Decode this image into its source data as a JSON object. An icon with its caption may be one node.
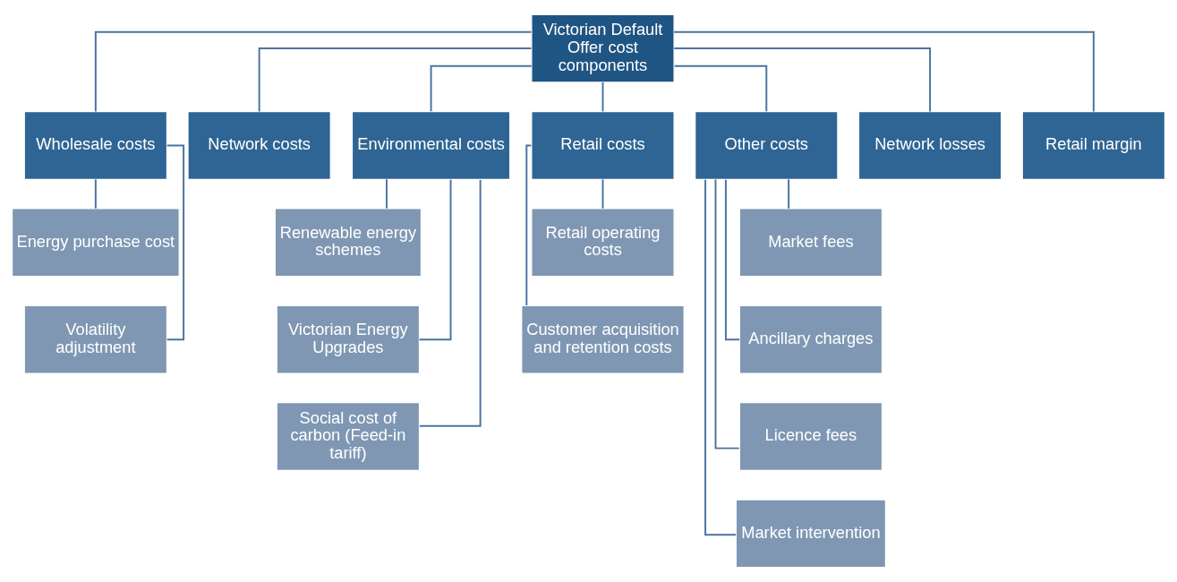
{
  "diagram": {
    "nodes": [
      {
        "text": [
          "Victorian Default Offer cost components"
        ]
      },
      {
        "text": [
          "Wholesale costs"
        ]
      },
      {
        "text": [
          "Network costs"
        ]
      },
      {
        "text": [
          "Environmental costs"
        ]
      },
      {
        "text": [
          "Retail costs"
        ]
      },
      {
        "text": [
          "Other costs"
        ]
      },
      {
        "text": [
          "Network losses"
        ]
      },
      {
        "text": [
          "Retail margin"
        ]
      },
      {
        "text": [
          "Energy purchase cost"
        ]
      },
      {
        "text": [
          "Volatility adjustment"
        ]
      },
      {
        "text": [
          "Renewable energy schemes"
        ]
      },
      {
        "text": [
          "Victorian Energy Upgrades"
        ]
      },
      {
        "text": [
          "Social cost of carbon (Feed-in tariff)"
        ]
      },
      {
        "text": [
          "Retail operating costs"
        ]
      },
      {
        "text": [
          "Customer acquisition and retention costs"
        ]
      },
      {
        "text": [
          "Market fees"
        ]
      },
      {
        "text": [
          "Ancillary charges"
        ]
      },
      {
        "text": [
          "Licence fees"
        ]
      },
      {
        "text": [
          "Market intervention"
        ]
      }
    ],
    "edges": [
      {
        "from": 0,
        "to": 1,
        "arrow": "none"
      },
      {
        "from": 0,
        "to": 2,
        "arrow": "none"
      },
      {
        "from": 0,
        "to": 3,
        "arrow": "none"
      },
      {
        "from": 0,
        "to": 4,
        "arrow": "none"
      },
      {
        "from": 0,
        "to": 5,
        "arrow": "none"
      },
      {
        "from": 0,
        "to": 6,
        "arrow": "none"
      },
      {
        "from": 0,
        "to": 7,
        "arrow": "none"
      },
      {
        "from": 1,
        "to": 8,
        "arrow": "none"
      },
      {
        "from": 1,
        "to": 9,
        "arrow": "none"
      },
      {
        "from": 3,
        "to": 10,
        "arrow": "none"
      },
      {
        "from": 3,
        "to": 11,
        "arrow": "none"
      },
      {
        "from": 3,
        "to": 12,
        "arrow": "none"
      },
      {
        "from": 4,
        "to": 13,
        "arrow": "none"
      },
      {
        "from": 4,
        "to": 14,
        "arrow": "none"
      },
      {
        "from": 5,
        "to": 15,
        "arrow": "none"
      },
      {
        "from": 5,
        "to": 16,
        "arrow": "none"
      },
      {
        "from": 5,
        "to": 17,
        "arrow": "none"
      },
      {
        "from": 5,
        "to": 18,
        "arrow": "none"
      }
    ]
  }
}
